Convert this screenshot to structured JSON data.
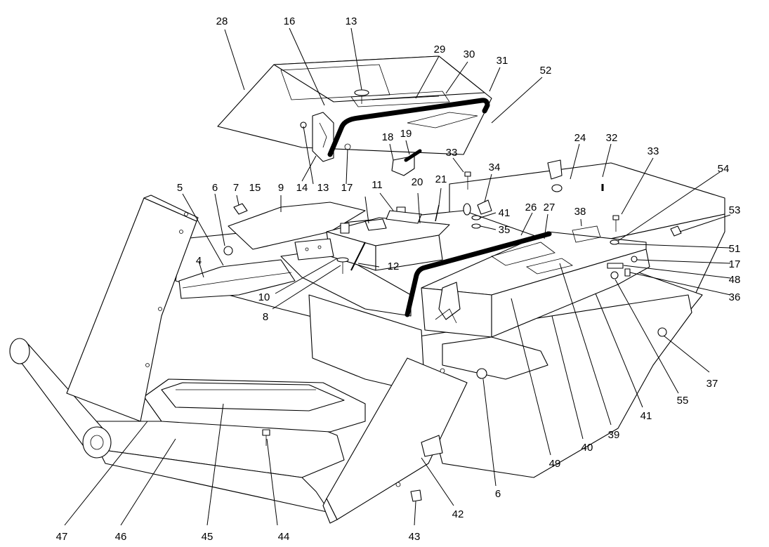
{
  "callouts": [
    {
      "id": "c28",
      "text": "28"
    },
    {
      "id": "c16",
      "text": "16"
    },
    {
      "id": "c13a",
      "text": "13"
    },
    {
      "id": "c29",
      "text": "29"
    },
    {
      "id": "c30",
      "text": "30"
    },
    {
      "id": "c31",
      "text": "31"
    },
    {
      "id": "c52",
      "text": "52"
    },
    {
      "id": "c18",
      "text": "18"
    },
    {
      "id": "c19",
      "text": "19"
    },
    {
      "id": "c33a",
      "text": "33"
    },
    {
      "id": "c34",
      "text": "34"
    },
    {
      "id": "c24",
      "text": "24"
    },
    {
      "id": "c32",
      "text": "32"
    },
    {
      "id": "c33b",
      "text": "33"
    },
    {
      "id": "c54",
      "text": "54"
    },
    {
      "id": "c5",
      "text": "5"
    },
    {
      "id": "c6a",
      "text": "6"
    },
    {
      "id": "c7",
      "text": "7"
    },
    {
      "id": "c15",
      "text": "15"
    },
    {
      "id": "c9",
      "text": "9"
    },
    {
      "id": "c14",
      "text": "14"
    },
    {
      "id": "c13b",
      "text": "13"
    },
    {
      "id": "c17a",
      "text": "17"
    },
    {
      "id": "c11",
      "text": "11"
    },
    {
      "id": "c20",
      "text": "20"
    },
    {
      "id": "c21",
      "text": "21"
    },
    {
      "id": "c41a",
      "text": "41"
    },
    {
      "id": "c35",
      "text": "35"
    },
    {
      "id": "c26",
      "text": "26"
    },
    {
      "id": "c27",
      "text": "27"
    },
    {
      "id": "c38",
      "text": "38"
    },
    {
      "id": "c53",
      "text": "53"
    },
    {
      "id": "c51",
      "text": "51"
    },
    {
      "id": "c17b",
      "text": "17"
    },
    {
      "id": "c48",
      "text": "48"
    },
    {
      "id": "c36",
      "text": "36"
    },
    {
      "id": "c4",
      "text": "4"
    },
    {
      "id": "c12",
      "text": "12"
    },
    {
      "id": "c10",
      "text": "10"
    },
    {
      "id": "c8",
      "text": "8"
    },
    {
      "id": "c37",
      "text": "37"
    },
    {
      "id": "c55",
      "text": "55"
    },
    {
      "id": "c41b",
      "text": "41"
    },
    {
      "id": "c39",
      "text": "39"
    },
    {
      "id": "c40",
      "text": "40"
    },
    {
      "id": "c49",
      "text": "49"
    },
    {
      "id": "c6b",
      "text": "6"
    },
    {
      "id": "c42",
      "text": "42"
    },
    {
      "id": "c47",
      "text": "47"
    },
    {
      "id": "c46",
      "text": "46"
    },
    {
      "id": "c45",
      "text": "45"
    },
    {
      "id": "c44",
      "text": "44"
    },
    {
      "id": "c43",
      "text": "43"
    }
  ]
}
